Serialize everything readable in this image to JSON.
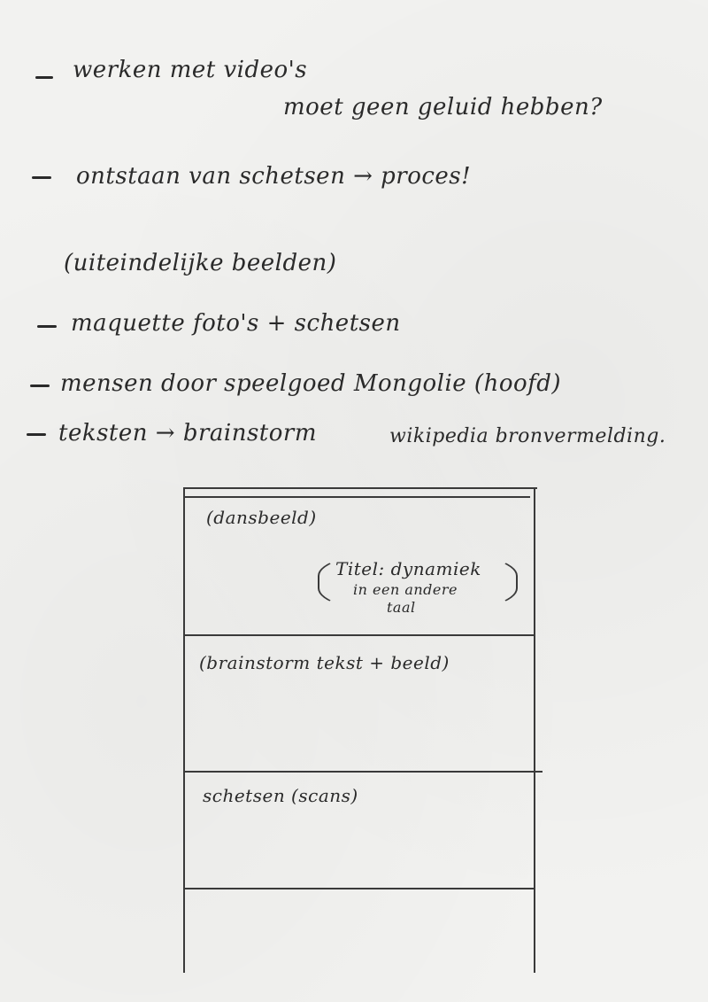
{
  "notes": {
    "item1_line1": "werken met video's",
    "item1_line2": "moet geen geluid hebben?",
    "item2": "ontstaan van schetsen → proces!",
    "item2_sub": "(uiteindelijke beelden)",
    "item3": "maquette foto's + schetsen",
    "item4": "mensen door speelgoed Mongolie (hoofd)",
    "item5_a": "teksten → brainstorm",
    "item5_b": "wikipedia bronvermelding."
  },
  "layout_sketch": {
    "section1_label": "(dansbeeld)",
    "section1_title": "Titel: dynamiek",
    "section1_sub1": "in een andere",
    "section1_sub2": "taal",
    "section2_label": "(brainstorm tekst + beeld)",
    "section3_label": "schetsen (scans)"
  }
}
